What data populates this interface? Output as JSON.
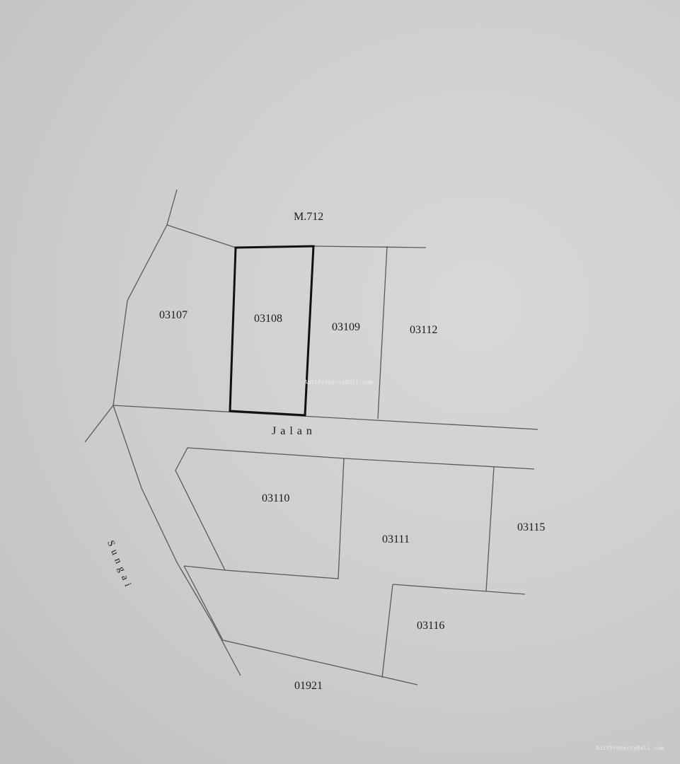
{
  "map": {
    "road_label_top": "M.712",
    "road_label_middle": "Jalan",
    "river_label": "Sungai",
    "bottom_label": "01921",
    "highlighted_parcel": "03108",
    "parcels": [
      "03107",
      "03108",
      "03109",
      "03112",
      "03110",
      "03111",
      "03115",
      "03116"
    ],
    "watermark": "AditPropertyBali.com",
    "colors": {
      "paper": "#cfcfcd",
      "lines": "#555555",
      "highlight": "#111111"
    }
  }
}
